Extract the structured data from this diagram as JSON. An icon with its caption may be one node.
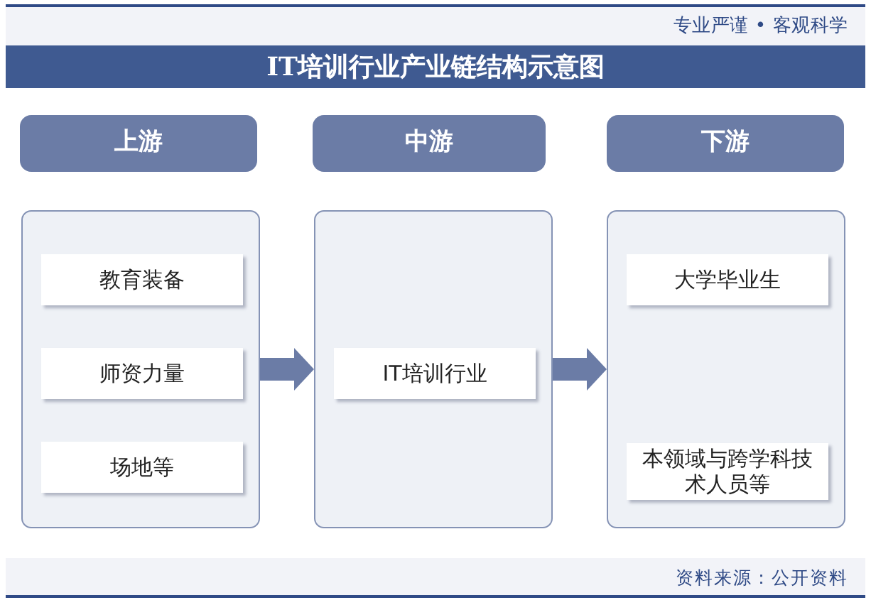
{
  "diagram": {
    "title": "IT培训行业产业链结构示意图",
    "nodes": [
      {
        "text": [
          "上游"
        ]
      },
      {
        "text": [
          "中游"
        ]
      },
      {
        "text": [
          "下游"
        ]
      },
      {
        "text": [],
        "shape": "box"
      },
      {
        "text": [
          "教育装备"
        ],
        "in": 3
      },
      {
        "text": [
          "师资力量"
        ],
        "in": 3
      },
      {
        "text": [
          "场地等"
        ],
        "in": 3
      },
      {
        "text": [],
        "shape": "box"
      },
      {
        "text": [
          "IT培训行业"
        ],
        "in": 7
      },
      {
        "text": [],
        "shape": "box"
      },
      {
        "text": [
          "大学毕业生"
        ],
        "in": 9
      },
      {
        "text": [
          "本领域与跨学科技术人员等"
        ],
        "in": 9
      }
    ],
    "edges": [
      {
        "from": 3,
        "to": 7,
        "arrow": "to"
      },
      {
        "from": 7,
        "to": 9,
        "arrow": "to"
      }
    ],
    "labels": [
      "专业严谨 • 客观科学",
      "资料来源：公开资料"
    ]
  }
}
